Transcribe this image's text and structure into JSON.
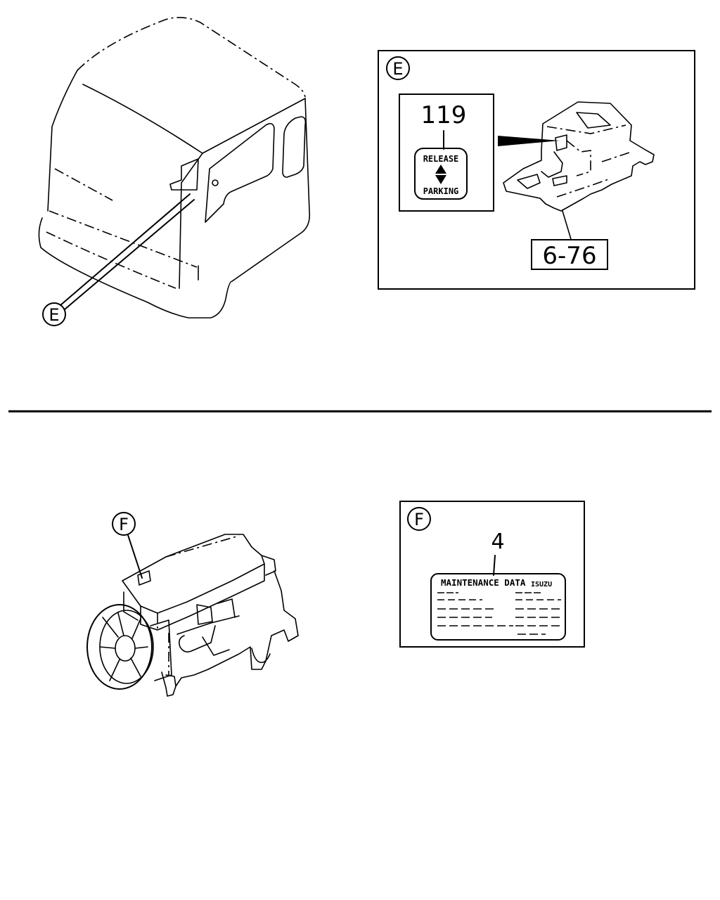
{
  "callouts": {
    "view_e": "E",
    "view_f": "F"
  },
  "part_numbers": {
    "release_label": "119",
    "console_ref": "6-76",
    "maintenance_label": "4"
  },
  "labels": {
    "release_top": "RELEASE",
    "release_bottom": "PARKING",
    "maintenance_title": "MAINTENANCE DATA",
    "maintenance_brand": "ISUZU"
  }
}
